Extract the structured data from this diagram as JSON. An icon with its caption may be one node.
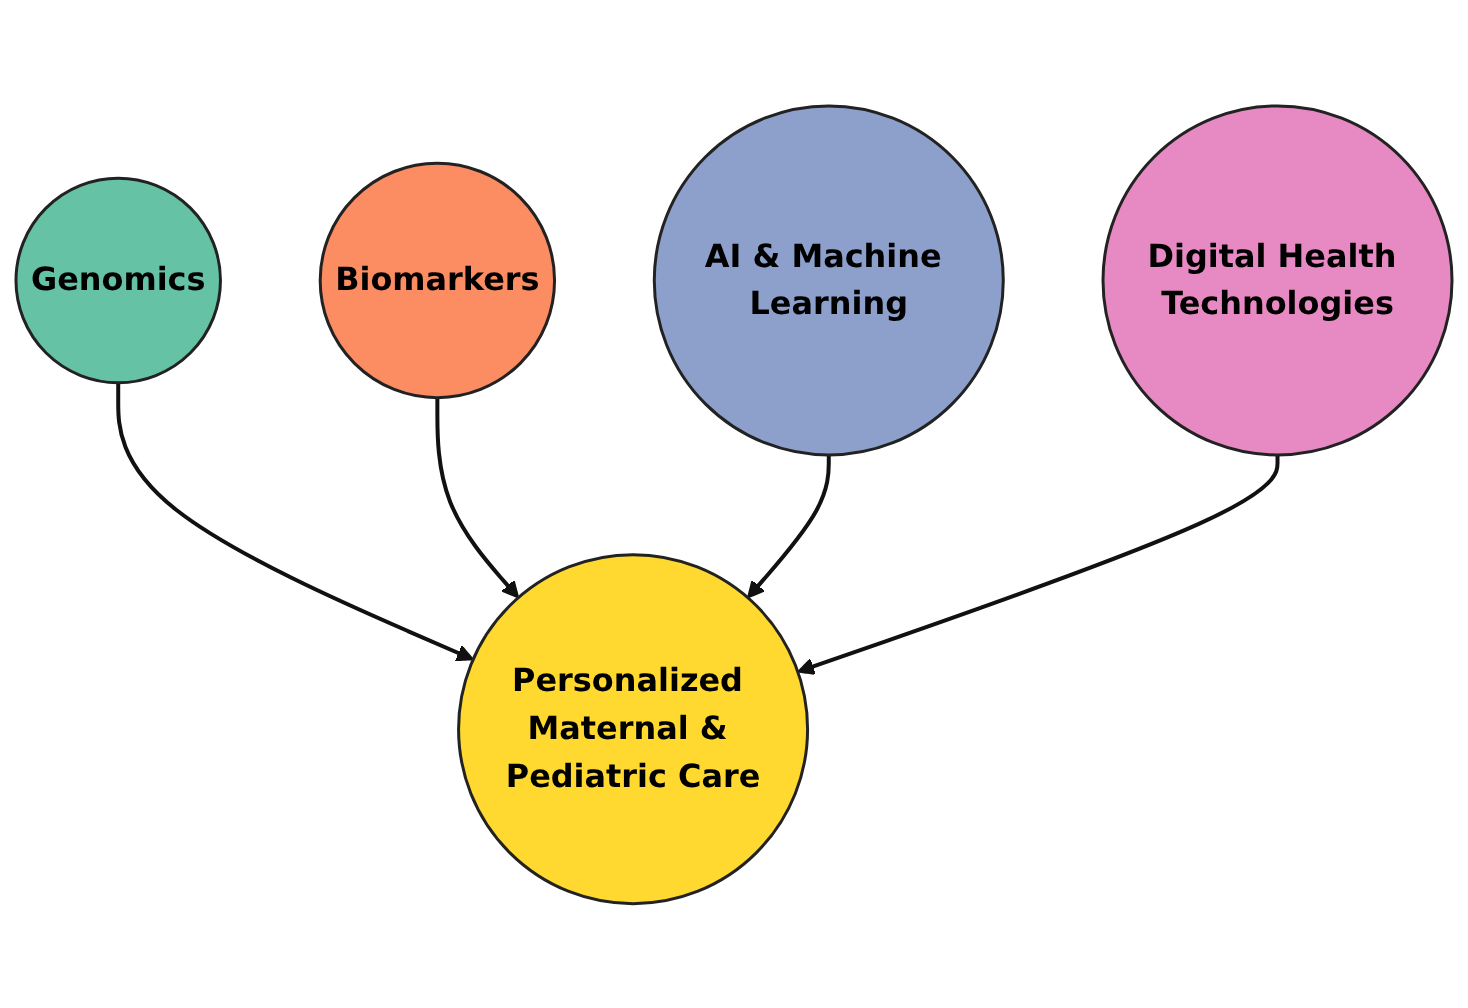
{
  "diagram": {
    "nodes": [
      {
        "text": [
          "Genomics"
        ]
      },
      {
        "text": [
          "Biomarkers"
        ]
      },
      {
        "text": [
          "Personalized Maternal & Pediatric Care"
        ]
      },
      {
        "text": [
          "AI & Machine Learning"
        ]
      },
      {
        "text": [
          "Digital Health Technologies"
        ]
      }
    ],
    "edges": [
      {
        "from": 0,
        "to": 2,
        "arrow": "to"
      },
      {
        "from": 1,
        "to": 2,
        "arrow": "to"
      },
      {
        "from": 3,
        "to": 2,
        "arrow": "to"
      },
      {
        "from": 4,
        "to": 2,
        "arrow": "to"
      }
    ]
  }
}
